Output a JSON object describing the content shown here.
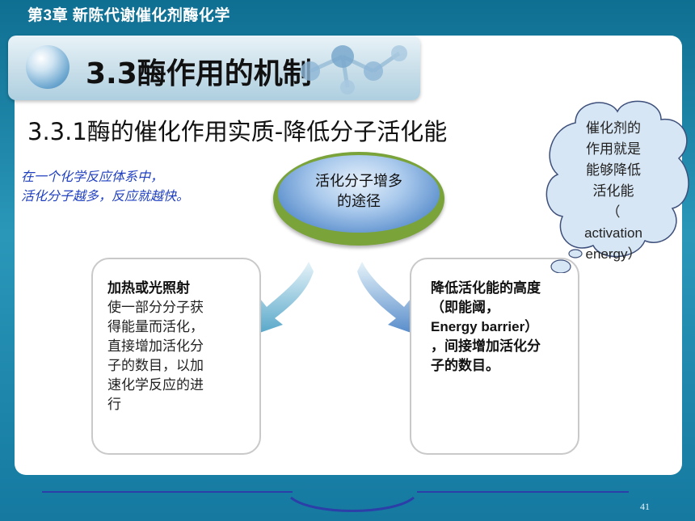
{
  "header": {
    "chapter": "第3章 新陈代谢催化剂酶化学"
  },
  "title": {
    "text": "3.3酶作用的机制"
  },
  "subtitle": {
    "text": "3.3.1酶的催化作用实质-降低分子活化能"
  },
  "intro": {
    "line1": "在一个化学反应体系中，",
    "line2": "活化分子越多，反应就越快。"
  },
  "hub": {
    "line1": "活化分子增多",
    "line2": "的途径"
  },
  "left_box": {
    "heading": "加热或光照射",
    "lines": [
      "使一部分分子获",
      "得能量而活化，",
      "直接增加活化分",
      "子的数目，以加",
      "速化学反应的进",
      "行"
    ]
  },
  "right_box": {
    "lines": [
      "降低活化能的高度",
      "（即能阈，",
      "Energy barrier）",
      "，间接增加活化分",
      "子的数目。"
    ]
  },
  "thought": {
    "lines": [
      "催化剂的",
      "作用就是",
      "能够降低",
      "活化能",
      "（",
      "activation",
      "energy）"
    ]
  },
  "footer": {
    "page_number": "41"
  },
  "colors": {
    "background": "#1a7fa5",
    "intro_text": "#1f3fbf",
    "hub_ring": "#7aa33a",
    "arrow": "#5aa9c9",
    "footer_line": "#2c3ea8"
  }
}
